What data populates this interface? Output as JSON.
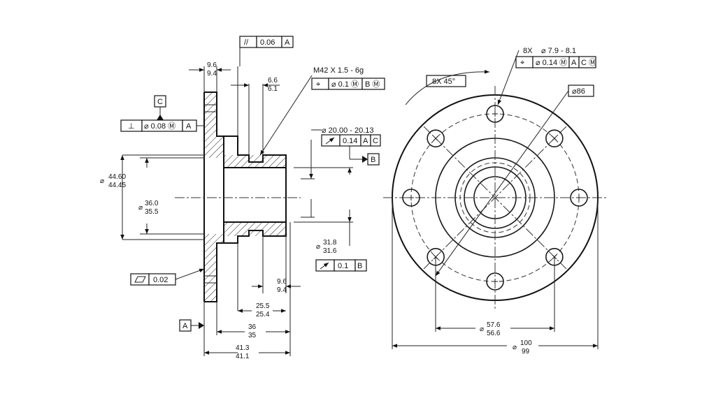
{
  "datum_labels": {
    "a": "A",
    "b": "B",
    "c": "C"
  },
  "fcf": {
    "parallel": {
      "symbol": "//",
      "tol": "0.06",
      "datum": "A"
    },
    "perp": {
      "symbol": "⊥",
      "tol": "⌀ 0.08 Ⓜ",
      "datum": "A"
    },
    "flat": {
      "tol": "0.02"
    },
    "thread_pos": {
      "symbol": "⌖",
      "tol": "⌀ 0.1 Ⓜ",
      "datum": "B Ⓜ"
    },
    "bore_runout": {
      "tol": "0.14",
      "datum1": "A",
      "datum2": "C"
    },
    "pilot_runout": {
      "tol": "0.1",
      "datum": "B"
    },
    "holes_pos": {
      "symbol": "⌖",
      "tol": "⌀ 0.14 Ⓜ",
      "datum1": "A",
      "datum2": "C Ⓜ"
    }
  },
  "dims": {
    "flange_thk_top": "9.6",
    "flange_thk_bot": "9.4",
    "groove_top": "6.6",
    "groove_bot": "6.1",
    "thread": "M42 X 1.5 - 6g",
    "flange_od_sym": "⌀",
    "flange_od_top": "44.60",
    "flange_od_bot": "44.45",
    "bore_sym": "⌀",
    "bore_top": "36.0",
    "bore_bot": "35.5",
    "pilot_bore": "⌀ 20.00 - 20.13",
    "pilot_od_sym": "⌀",
    "pilot_od_top": "31.8",
    "pilot_od_bot": "31.6",
    "pilot_len_top": "9.6",
    "pilot_len_bot": "9.4",
    "d25_top": "25.5",
    "d25_bot": "25.4",
    "d36_top": "36",
    "d36_bot": "35",
    "d41_top": "41.3",
    "d41_bot": "41.1",
    "holes_count": "8X",
    "holes_size": "⌀ 7.9 - 8.1",
    "chamfer": "8X 45°",
    "bc_dia": "⌀86",
    "hub_sym": "⌀",
    "hub_top": "57.6",
    "hub_bot": "56.6",
    "od_sym": "⌀",
    "od_top": "100",
    "od_bot": "99"
  }
}
